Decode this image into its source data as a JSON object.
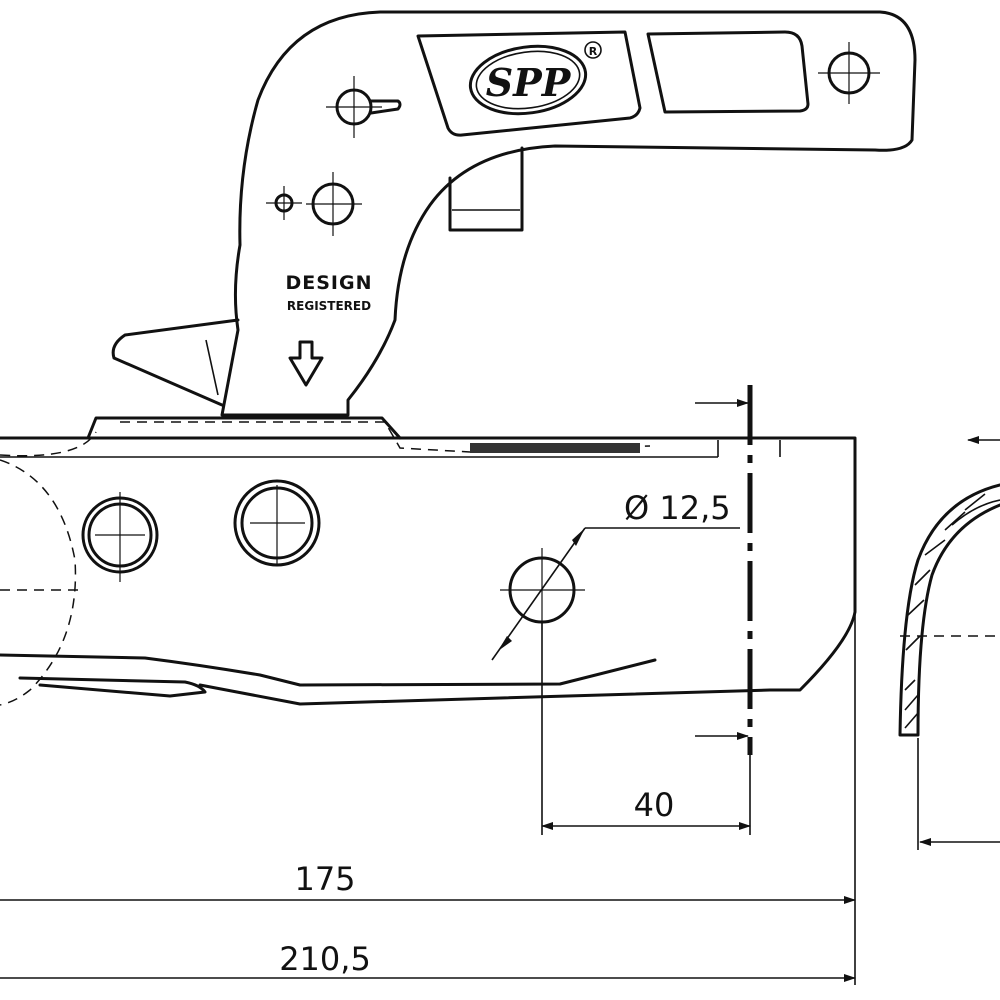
{
  "logo": {
    "text": "SPP",
    "registered": "R"
  },
  "stamp": {
    "line1": "DESIGN",
    "line2": "REGISTERED"
  },
  "dimensions": {
    "hole_diameter": "Ø 12,5",
    "hole_offset": "40",
    "length_inner": "175",
    "length_overall": "210,5"
  }
}
